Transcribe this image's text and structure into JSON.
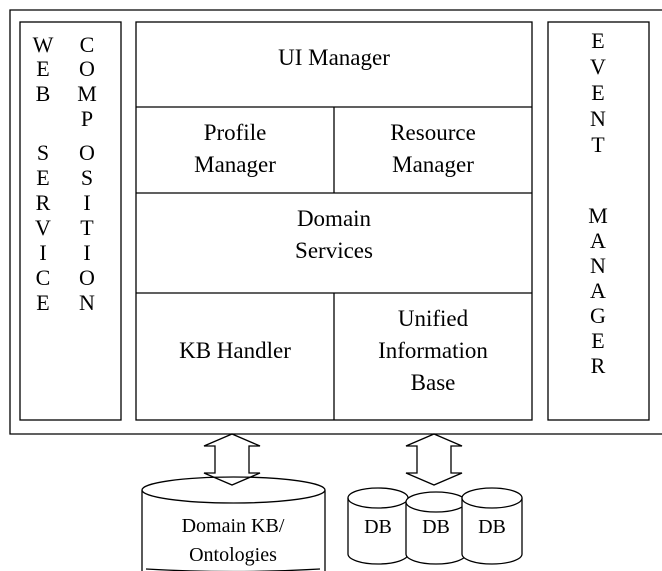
{
  "web_service_composition": {
    "col1": [
      "W",
      "E",
      "B",
      "",
      "S",
      "E",
      "R",
      "V",
      "I",
      "C",
      "E"
    ],
    "col2": [
      "C",
      "O",
      "M",
      "P",
      "O",
      "S",
      "I",
      "T",
      "I",
      "O",
      "N"
    ]
  },
  "ui_manager": "UI Manager",
  "profile_manager": [
    "Profile",
    "Manager"
  ],
  "resource_manager": [
    "Resource",
    "Manager"
  ],
  "domain_services": [
    "Domain",
    "Services"
  ],
  "kb_handler": "KB Handler",
  "unified_information_base": [
    "Unified",
    "Information",
    "Base"
  ],
  "event_manager": [
    "E",
    "V",
    "E",
    "N",
    "T",
    "",
    "M",
    "A",
    "N",
    "A",
    "G",
    "E",
    "R"
  ],
  "domain_kb": [
    "Domain KB/",
    "Ontologies"
  ],
  "db_labels": [
    "DB",
    "DB",
    "DB"
  ]
}
